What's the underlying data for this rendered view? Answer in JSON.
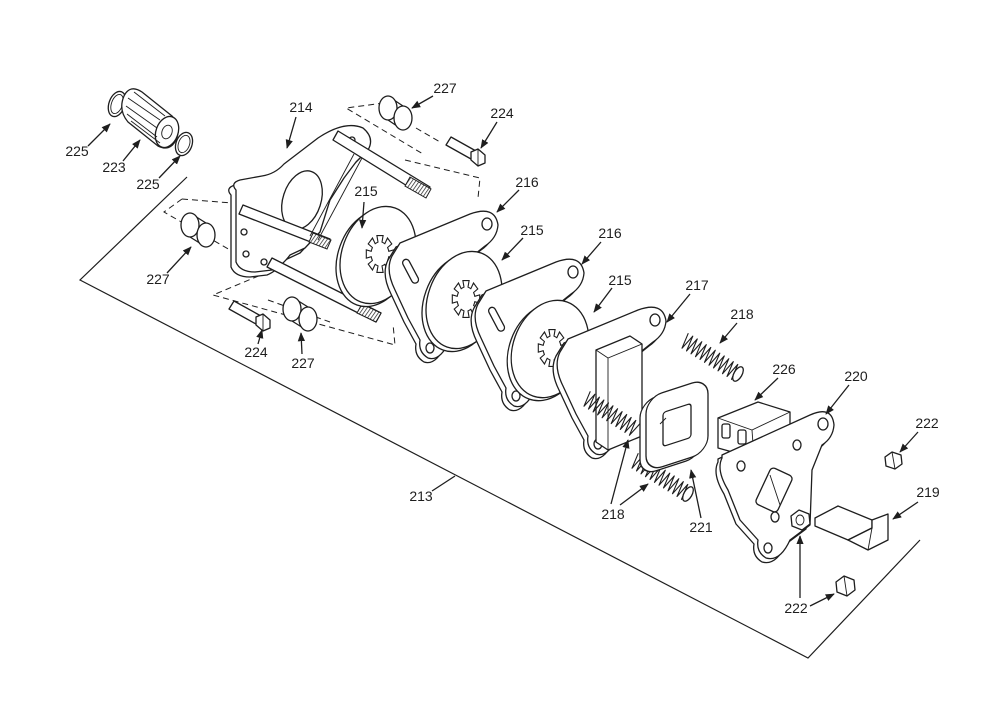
{
  "callouts": [
    "227",
    "224",
    "214",
    "225",
    "223",
    "225",
    "216",
    "215",
    "215",
    "216",
    "215",
    "217",
    "218",
    "226",
    "220",
    "227",
    "224",
    "227",
    "213",
    "218",
    "221",
    "222",
    "219",
    "222"
  ]
}
